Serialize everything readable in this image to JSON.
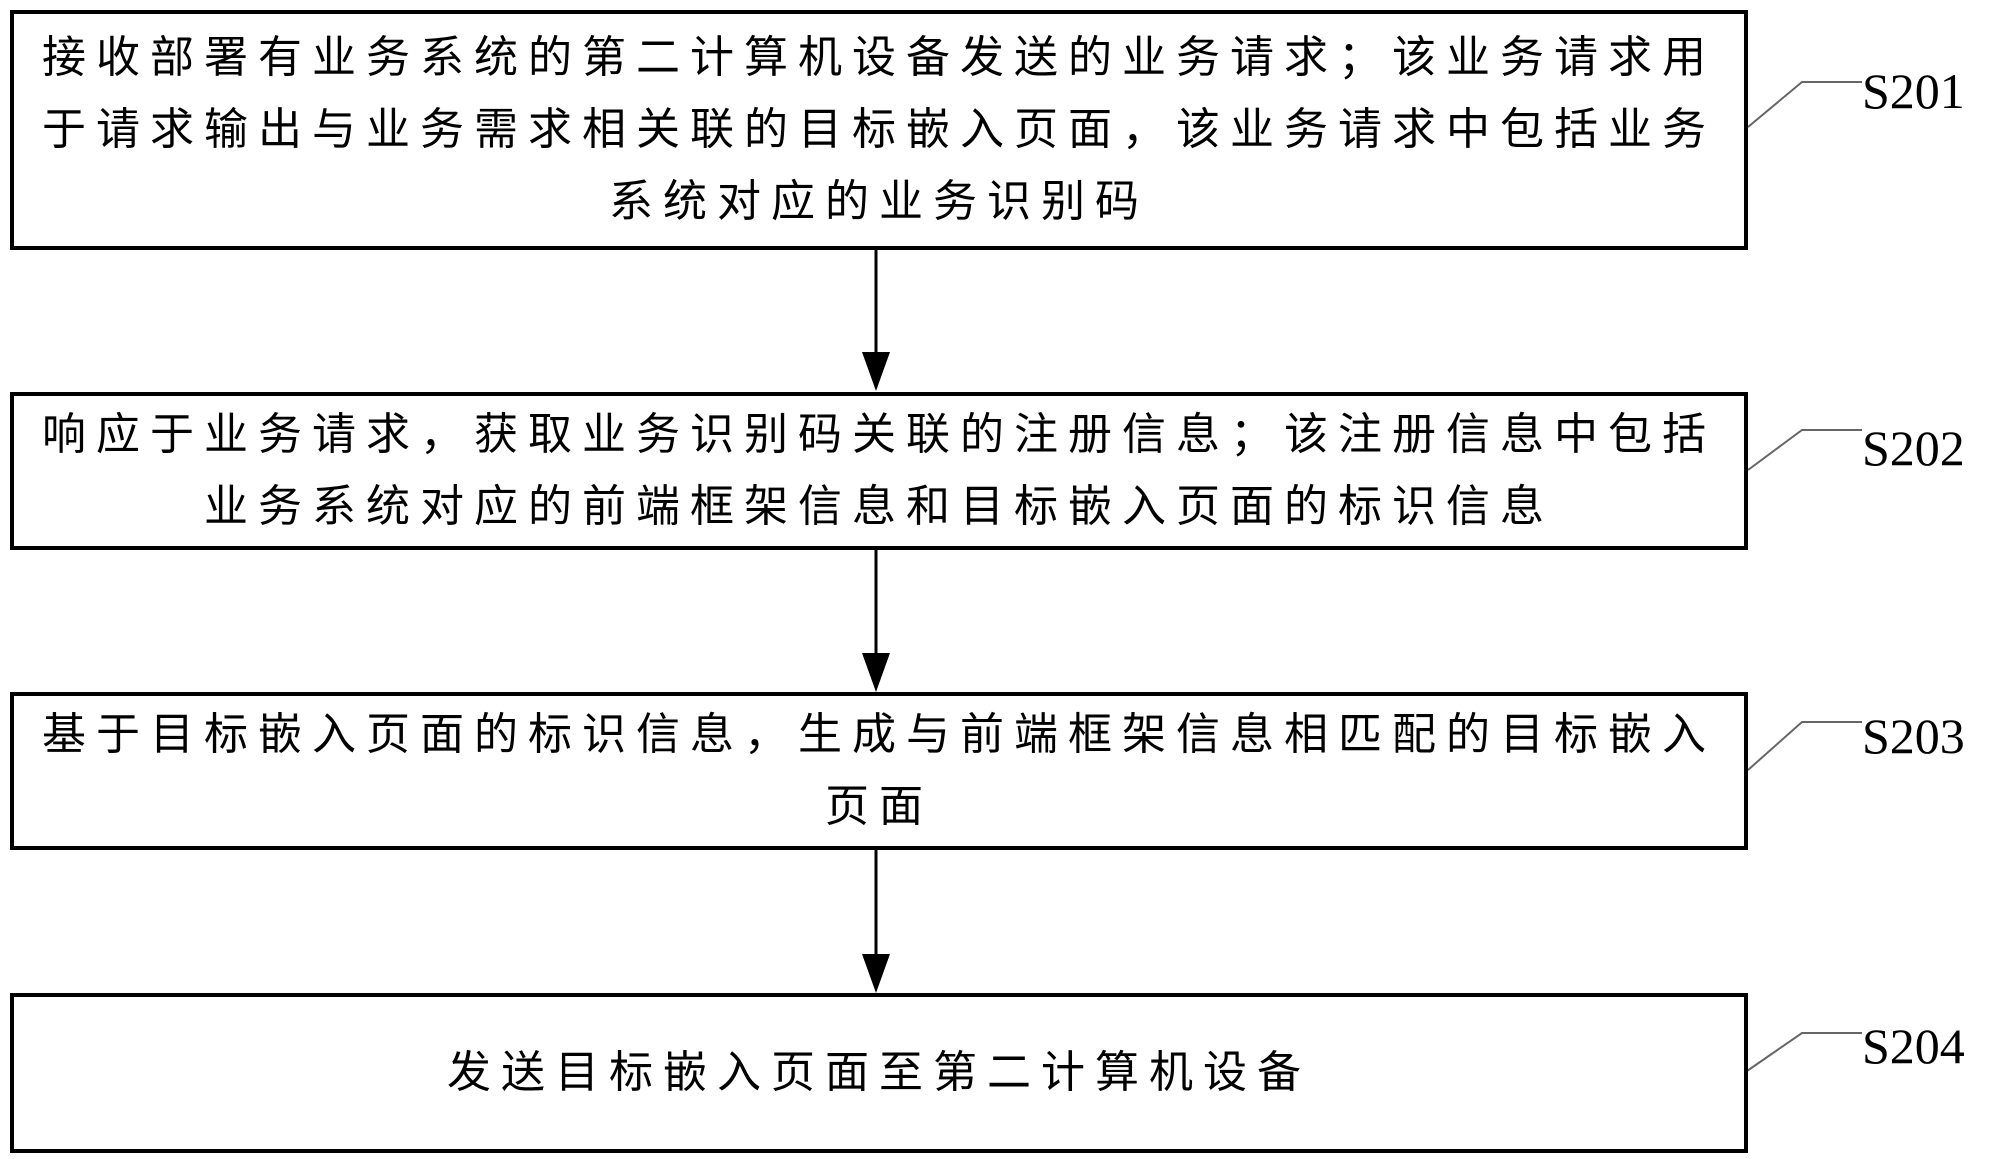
{
  "figure": {
    "type": "flowchart",
    "background_color": "#ffffff",
    "box_border_color": "#000000",
    "text_color": "#000000",
    "arrow_color": "#000000",
    "leader_line_color": "#666666",
    "steps": [
      {
        "label": "S201",
        "text": "接收部署有业务系统的第二计算机设备发送的业务请求；该业务请求用于请求输出与业务需求相关联的目标嵌入页面，该业务请求中包括业务系统对应的业务识别码",
        "lines": [
          "接收部署有业务系统的第二计算机设备发送的业务请求；该业务请求用",
          "于请求输出与业务需求相关联的目标嵌入页面，该业务请求中包括业务",
          "系统对应的业务识别码"
        ]
      },
      {
        "label": "S202",
        "text": "响应于业务请求，获取业务识别码关联的注册信息；该注册信息中包括业务系统对应的前端框架信息和目标嵌入页面的标识信息",
        "lines": [
          "响应于业务请求，获取业务识别码关联的注册信息；该注册信息中包括",
          "业务系统对应的前端框架信息和目标嵌入页面的标识信息"
        ]
      },
      {
        "label": "S203",
        "text": "基于目标嵌入页面的标识信息，生成与前端框架信息相匹配的目标嵌入页面",
        "lines": [
          "基于目标嵌入页面的标识信息，生成与前端框架信息相匹配的目标嵌入",
          "页面"
        ]
      },
      {
        "label": "S204",
        "text": "发送目标嵌入页面至第二计算机设备",
        "lines": [
          "发送目标嵌入页面至第二计算机设备"
        ]
      }
    ]
  }
}
